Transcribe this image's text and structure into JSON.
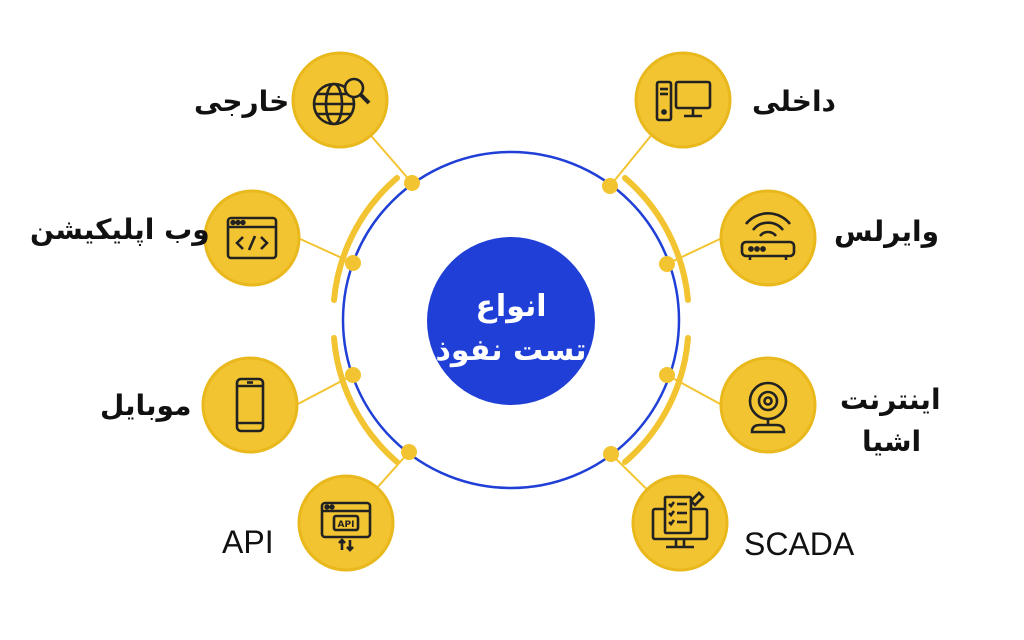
{
  "title": {
    "line1": "انواع",
    "line2": "تست نفوذ"
  },
  "items": [
    {
      "label": "خارجی",
      "icon": "globe-search-icon"
    },
    {
      "label": "وب اپلیکیشن",
      "icon": "code-window-icon"
    },
    {
      "label": "موبایل",
      "icon": "smartphone-icon"
    },
    {
      "label": "API",
      "icon": "api-window-icon"
    },
    {
      "label": "داخلی",
      "icon": "desktop-computer-icon"
    },
    {
      "label": "وایرلس",
      "icon": "wifi-router-icon"
    },
    {
      "label": "اینترنت اشیا",
      "line1": "اینترنت",
      "line2": "اشیا",
      "icon": "webcam-icon"
    },
    {
      "label": "SCADA",
      "icon": "monitor-checklist-icon"
    }
  ],
  "colors": {
    "accent": "#f3c431",
    "circle": "#1f3fd6",
    "ring_outline": "#f3c431",
    "text": "#111111"
  }
}
